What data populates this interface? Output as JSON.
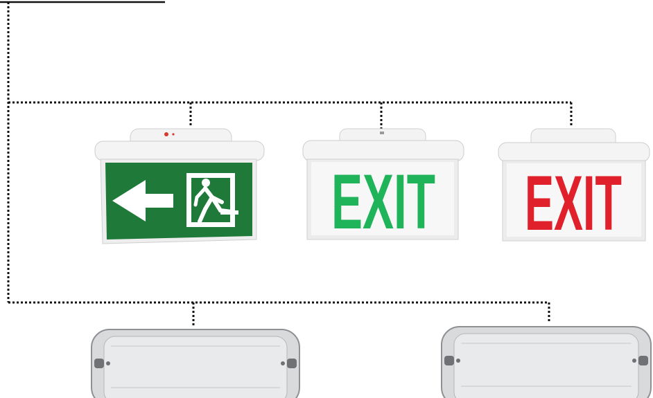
{
  "diagram": {
    "signs": [
      {
        "id": "running-man-sign",
        "kind": "pictogram",
        "panel_color": "#1f7a3a"
      },
      {
        "id": "green-exit-sign",
        "kind": "text",
        "text": "EXIT",
        "text_color": "#1fb35a"
      },
      {
        "id": "red-exit-sign",
        "kind": "text",
        "text": "EXIT",
        "text_color": "#e0202a"
      }
    ],
    "bulkheads": [
      {
        "id": "bulkhead-light-left"
      },
      {
        "id": "bulkhead-light-right"
      }
    ],
    "colors": {
      "wire": "#111111",
      "sign_housing": "#f2f2f2",
      "housing_shadow": "#c9c9c9",
      "bulkhead_body": "#d9dadb",
      "bulkhead_edge": "#8e9093"
    }
  }
}
